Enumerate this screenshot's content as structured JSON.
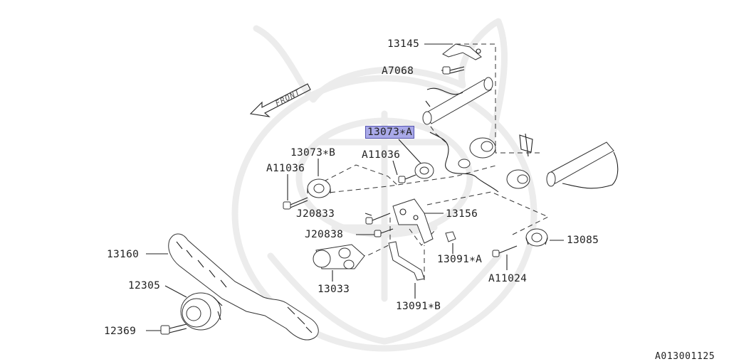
{
  "diagram": {
    "direction_label": "FRONT",
    "footer_code": "A013001125",
    "highlight_color": "#a9a9e8",
    "parts": {
      "p13145": "13145",
      "a7068": "A7068",
      "p13073a": "13073∗A",
      "a11036_upper": "A11036",
      "p13073b": "13073∗B",
      "a11036_left": "A11036",
      "j20833": "J20833",
      "p13156": "13156",
      "j20838": "J20838",
      "p13085": "13085",
      "p13160": "13160",
      "p13091a": "13091∗A",
      "a11024": "A11024",
      "p13033": "13033",
      "p12305": "12305",
      "p13091b": "13091∗B",
      "p12369": "12369"
    }
  }
}
